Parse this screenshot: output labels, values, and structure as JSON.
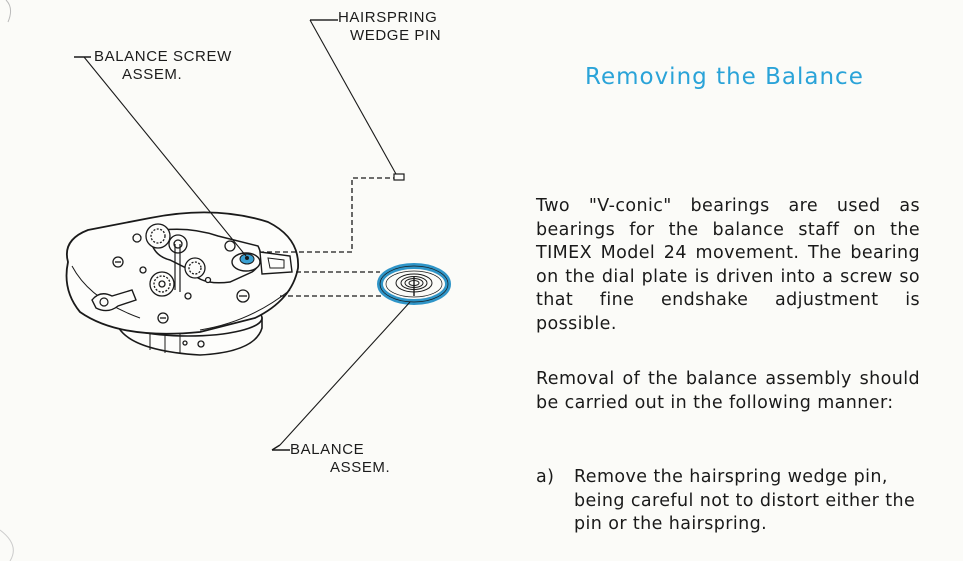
{
  "figure": {
    "callouts": {
      "hairspring_wedge_pin": [
        "HAIRSPRING",
        "WEDGE PIN"
      ],
      "balance_screw_assem": [
        "BALANCE SCREW",
        "ASSEM."
      ],
      "balance_assem": [
        "BALANCE",
        "ASSEM."
      ]
    },
    "colors": {
      "balance_ring": "#2f95c8",
      "line_art": "#1a1a1a"
    }
  },
  "text": {
    "title": "Removing the Balance",
    "paragraph1": "Two \"V-conic\" bearings are used as bearings for the balance staff on the TIMEX Model 24 movement. The bearing on the dial plate is driven into a screw so that fine endshake adjustment is possible.",
    "paragraph2": "Removal of the balance assembly should be carried out in the following manner:",
    "step_a": {
      "marker": "a)",
      "text": "Remove the hairspring wedge pin, being careful not to distort either the pin or the hairspring."
    }
  },
  "colors": {
    "title": "#2aa3d8",
    "accent_blue": "#2f95c8"
  }
}
